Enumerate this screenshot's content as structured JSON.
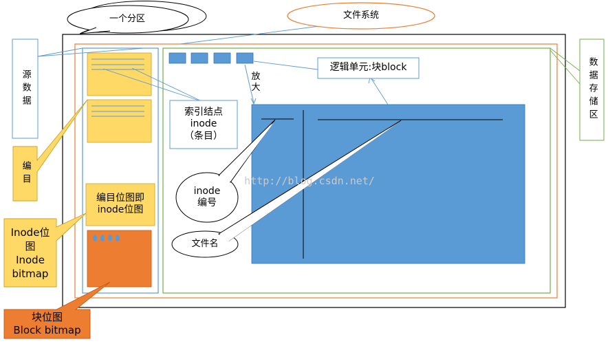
{
  "partition_label": "一个分区",
  "filesystem_label": "文件系统",
  "metadata_label": "源数据",
  "data_storage_label": "数据存储区",
  "directory_label": "编目",
  "inode_index_label": "索引结点\ninode\n（条目）",
  "logical_unit_label": "逻辑单元:块block",
  "zoom_label": "放大",
  "inode_number_label": "inode\n编号",
  "filename_label": "文件名",
  "directory_bitmap_label": "编目位图即\ninode位图",
  "inode_bitmap_label": "Inode位\n图\nInode\nbitmap",
  "block_bitmap_label": "块位图\nBlock bitmap",
  "watermark": "http://blog.csdn.net/",
  "colors": {
    "blue": "#5b9bd5",
    "orange": "#ed7d31",
    "yellow": "#ffd966",
    "green": "#70ad47",
    "dark_blue": "#2e75b6"
  }
}
